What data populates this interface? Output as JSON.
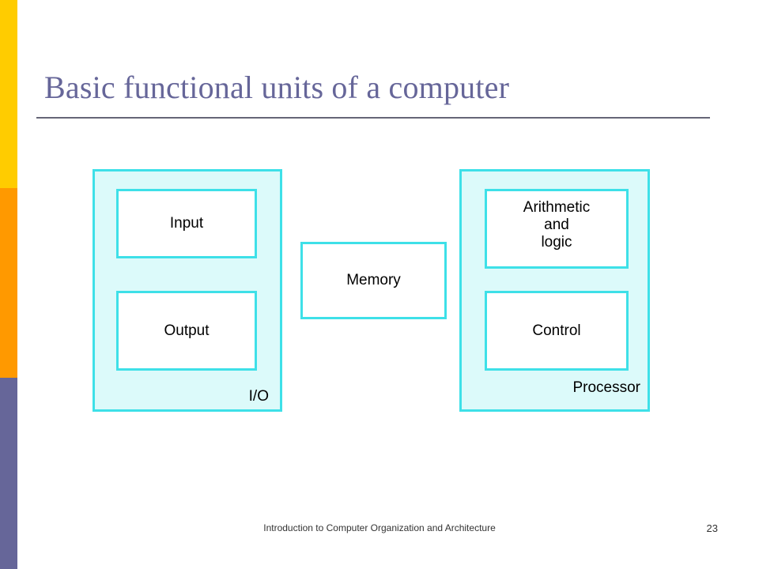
{
  "slide": {
    "title": "Basic functional units of a computer",
    "title_color": "#666699",
    "rule_color": "#666677",
    "background": "#FFFFFF"
  },
  "sidebar": {
    "bands": [
      {
        "name": "yellow-band",
        "color": "#FFCC00"
      },
      {
        "name": "orange-band",
        "color": "#FF9900"
      },
      {
        "name": "purple-band",
        "color": "#666699"
      }
    ]
  },
  "diagram": {
    "accent_border": "#3EE0E8",
    "group_fill": "#DCFAFA",
    "unit_fill": "#FFFFFF",
    "groups": [
      {
        "id": "io",
        "label": "I/O",
        "units": [
          {
            "id": "input",
            "label": "Input"
          },
          {
            "id": "output",
            "label": "Output"
          }
        ]
      },
      {
        "id": "processor",
        "label": "Processor",
        "units": [
          {
            "id": "alu",
            "label": "Arithmetic\nand\nlogic",
            "line1": "Arithmetic",
            "line2": "and",
            "line3": "logic"
          },
          {
            "id": "control",
            "label": "Control"
          }
        ]
      }
    ],
    "standalone": [
      {
        "id": "memory",
        "label": "Memory"
      }
    ]
  },
  "footer": {
    "text": "Introduction to Computer Organization and Architecture",
    "page": "23"
  }
}
